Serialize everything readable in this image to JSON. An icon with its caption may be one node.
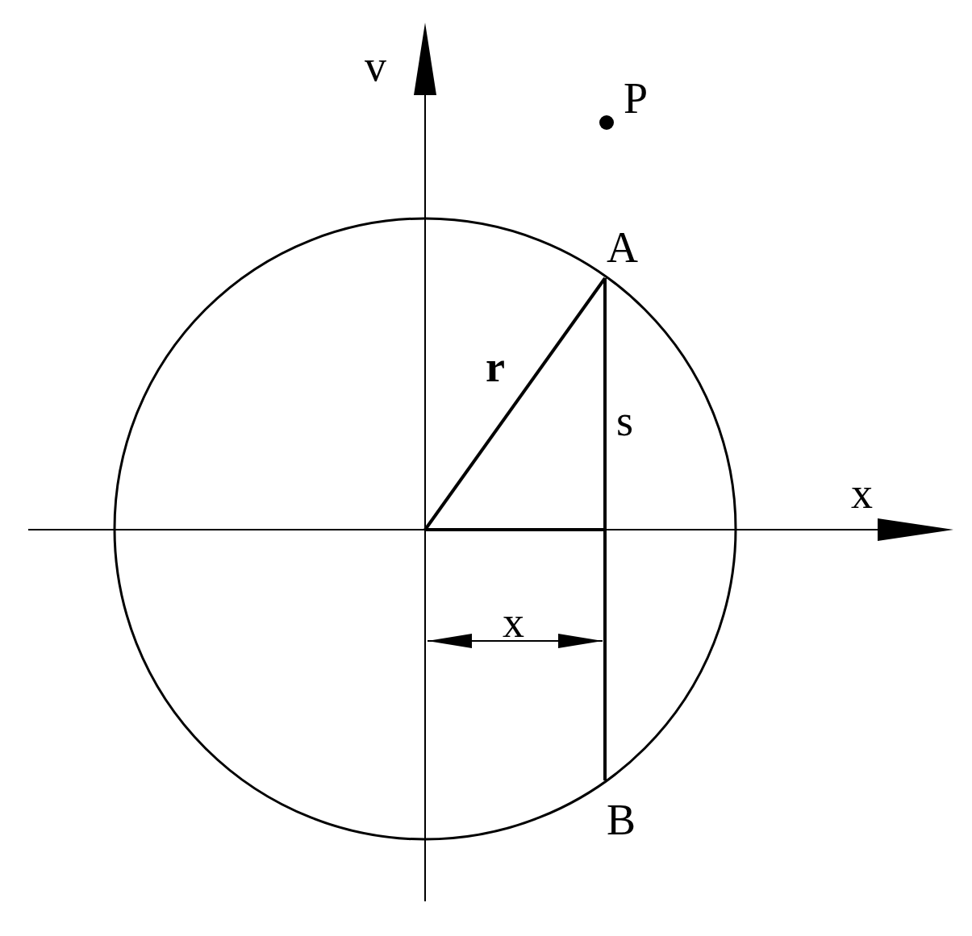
{
  "diagram": {
    "labels": [
      "v",
      "P",
      "A",
      "r",
      "s",
      "x",
      "x",
      "B"
    ]
  }
}
